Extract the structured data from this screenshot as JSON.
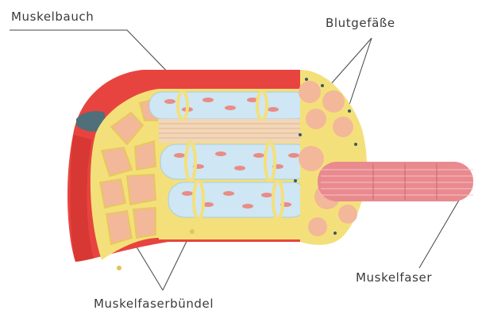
{
  "labels": {
    "muskelbauch": "Muskelbauch",
    "blutgefaesse": "Blutgefäße",
    "muskelfaser": "Muskelfaser",
    "muskelfaserbuendel": "Muskelfaserbündel"
  },
  "colors": {
    "outer_sheath": "#e8443f",
    "outer_sheath_dark": "#c9302c",
    "fascicle_fill": "#f3b79a",
    "connective_tissue": "#f4e07a",
    "fiber_blue": "#cfe6f4",
    "nuclei": "#e98c86",
    "vessel": "#355a66",
    "fiber_pink": "#e98a8f",
    "background": "#ffffff"
  }
}
